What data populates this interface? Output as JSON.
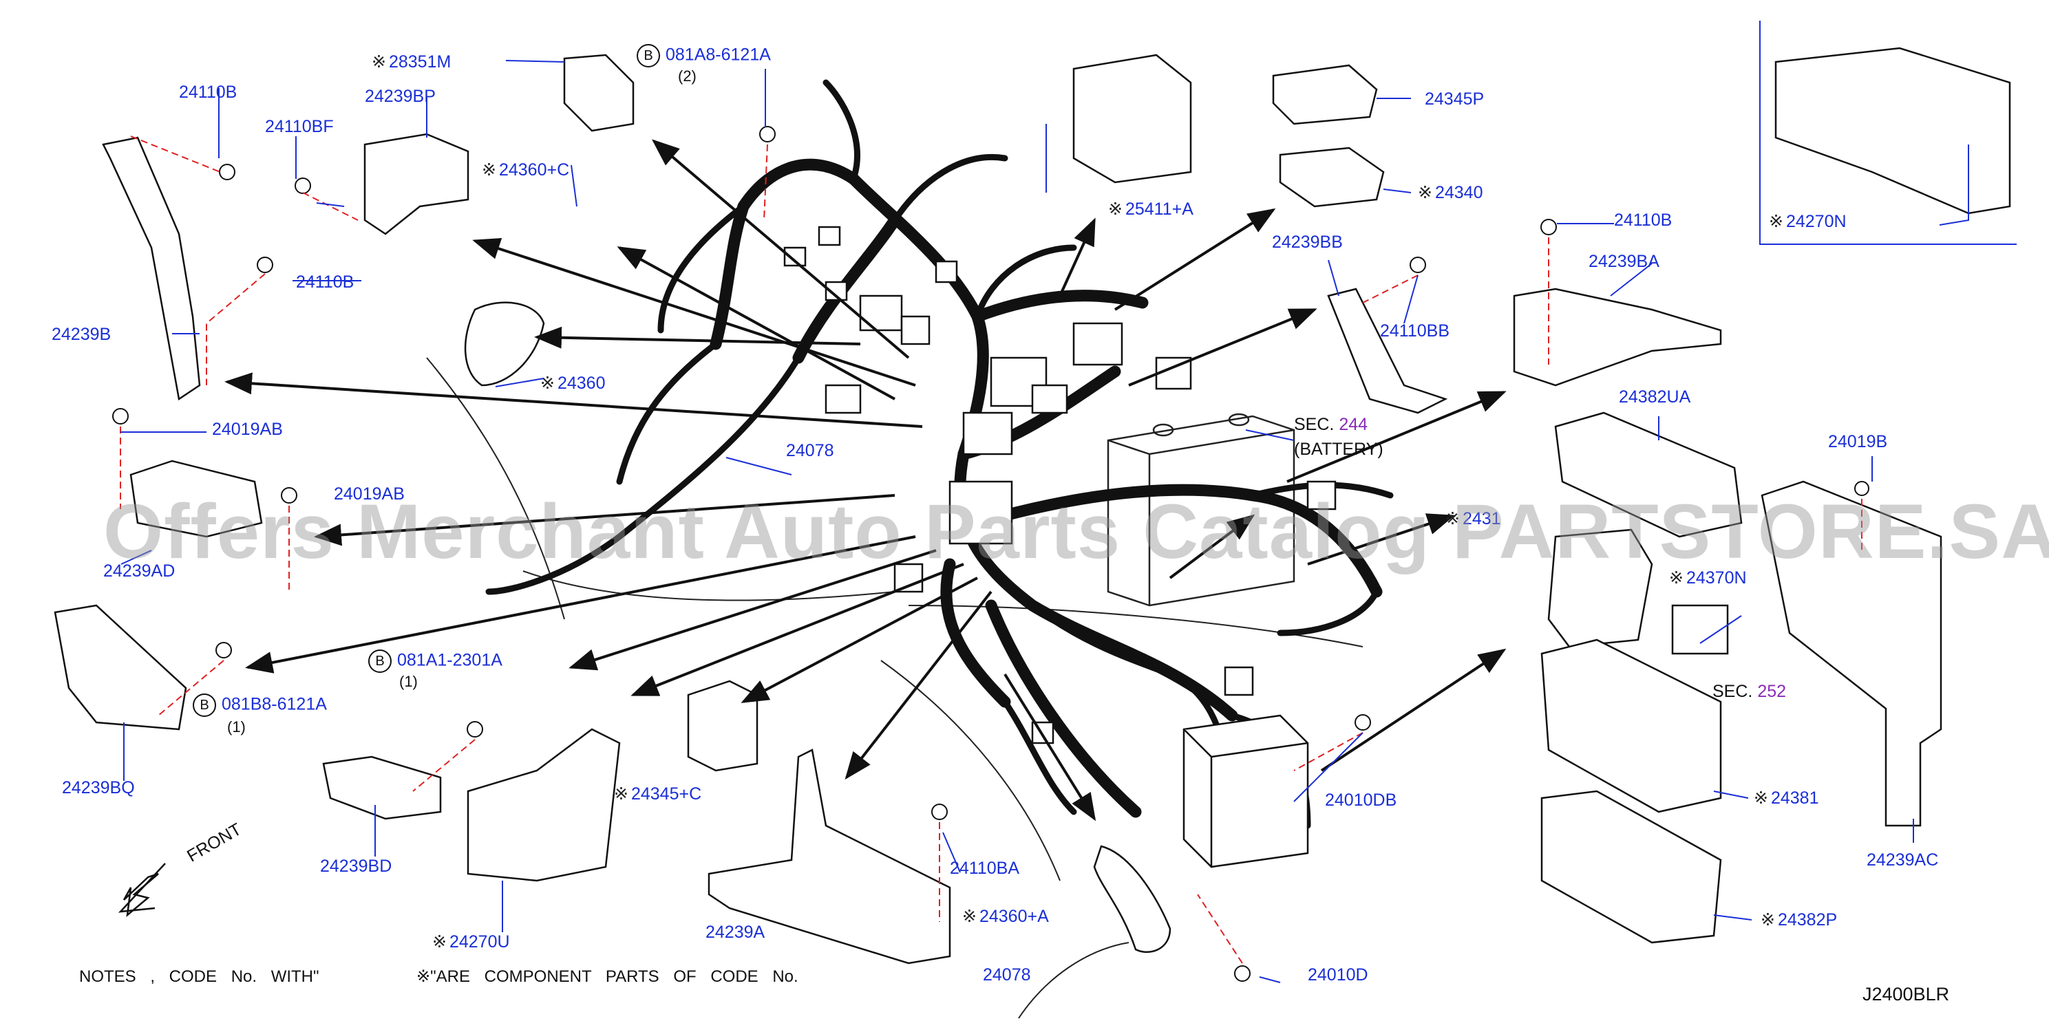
{
  "labels": {
    "p28351M": "28351M",
    "b_081A8": "081A8-6121A",
    "b_081A8_qty": "(2)",
    "p24110B_top": "24110B",
    "p24110BF": "24110BF",
    "p24239BP": "24239BP",
    "p24360C": "24360+C",
    "p24110B_mid": "24110B",
    "p24239B": "24239B",
    "p24360": "24360",
    "p24019AB_1": "24019AB",
    "p24019AB_2": "24019AB",
    "p24239AD": "24239AD",
    "p24239BQ": "24239BQ",
    "b_081B8": "081B8-6121A",
    "b_081B8_qty": "(1)",
    "b_081A1": "081A1-2301A",
    "b_081A1_qty": "(1)",
    "p24239BD": "24239BD",
    "p24270U": "24270U",
    "p24345C": "24345+C",
    "p24078_mid": "24078",
    "p24078_bot": "24078",
    "p24239A": "24239A",
    "p24110BA": "24110BA",
    "p24360A": "24360+A",
    "p24010D": "24010D",
    "p24010DB": "24010DB",
    "p25411A": "25411+A",
    "p24345P": "24345P",
    "p24340": "24340",
    "p24239BB": "24239BB",
    "p24110BB": "24110BB",
    "sec244_label": "SEC.",
    "sec244_num": "244",
    "battery": "(BATTERY)",
    "p24110B_right": "24110B",
    "p24239BA": "24239BA",
    "p24270N": "24270N",
    "p24382UA": "24382UA",
    "p24019B": "24019B",
    "p24370N": "24370N",
    "sec252_label": "SEC.",
    "sec252_num": "252",
    "p24381": "24381",
    "p24239AC": "24239AC",
    "p24382P": "24382P",
    "front": "FRONT",
    "p2431x": "2431",
    "b_letter": "B",
    "star": "※"
  },
  "notes_left": "NOTES , CODE No. WITH\"",
  "notes_right": "\"ARE COMPONENT PARTS OF CODE No.",
  "diagram_code": "J2400BLR",
  "watermark": "Offers Merchant Auto Parts Catalog PARTSTORE.SA",
  "colors": {
    "part_number": "#1a2fd6",
    "section_number": "#8a2bb8",
    "leader_dash": "#e02020",
    "line": "#111111"
  }
}
